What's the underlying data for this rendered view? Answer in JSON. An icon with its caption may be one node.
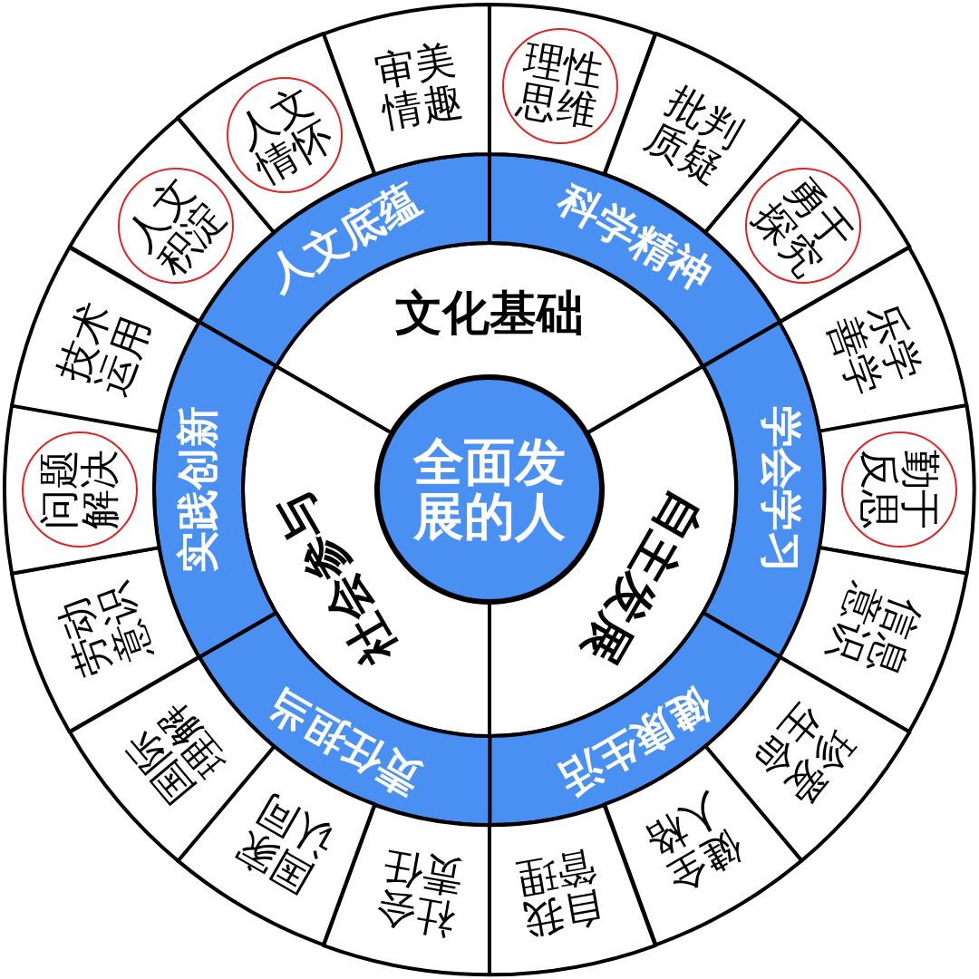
{
  "diagram": {
    "nodes": [
      {
        "text": [
          "全面发展的人"
        ]
      },
      {
        "text": [
          "文化基础"
        ]
      },
      {
        "text": [
          "自主发展"
        ]
      },
      {
        "text": [
          "社会参与"
        ]
      },
      {
        "text": [
          "人文底蕴"
        ]
      },
      {
        "text": [
          "科学精神"
        ]
      },
      {
        "text": [
          "学会学习"
        ]
      },
      {
        "text": [
          "健康生活"
        ]
      },
      {
        "text": [
          "责任担当"
        ]
      },
      {
        "text": [
          "实践创新"
        ]
      },
      {
        "text": [],
        "shape": "box"
      },
      {
        "text": [
          "理性思维"
        ],
        "in": 10
      },
      {
        "text": [
          "批判质疑"
        ]
      },
      {
        "text": [],
        "shape": "box"
      },
      {
        "text": [
          "勇于探究"
        ],
        "in": 13
      },
      {
        "text": [
          "乐学善学"
        ]
      },
      {
        "text": [],
        "shape": "box"
      },
      {
        "text": [
          "勤于反思"
        ],
        "in": 16
      },
      {
        "text": [
          "信息意识"
        ]
      },
      {
        "text": [
          "珍爱生命"
        ]
      },
      {
        "text": [
          "健全人格"
        ]
      },
      {
        "text": [
          "自我管理"
        ]
      },
      {
        "text": [
          "社会责任"
        ]
      },
      {
        "text": [
          "国家认同"
        ]
      },
      {
        "text": [
          "国际理解"
        ]
      },
      {
        "text": [
          "劳动意识"
        ]
      },
      {
        "text": [],
        "shape": "box"
      },
      {
        "text": [
          "问题解决"
        ],
        "in": 26
      },
      {
        "text": [
          "技术运用"
        ]
      },
      {
        "text": [],
        "shape": "box"
      },
      {
        "text": [
          "人文积淀"
        ],
        "in": 29
      },
      {
        "text": [],
        "shape": "box"
      },
      {
        "text": [
          "人文情怀"
        ],
        "in": 31
      },
      {
        "text": [
          "审美情趣"
        ]
      }
    ]
  }
}
